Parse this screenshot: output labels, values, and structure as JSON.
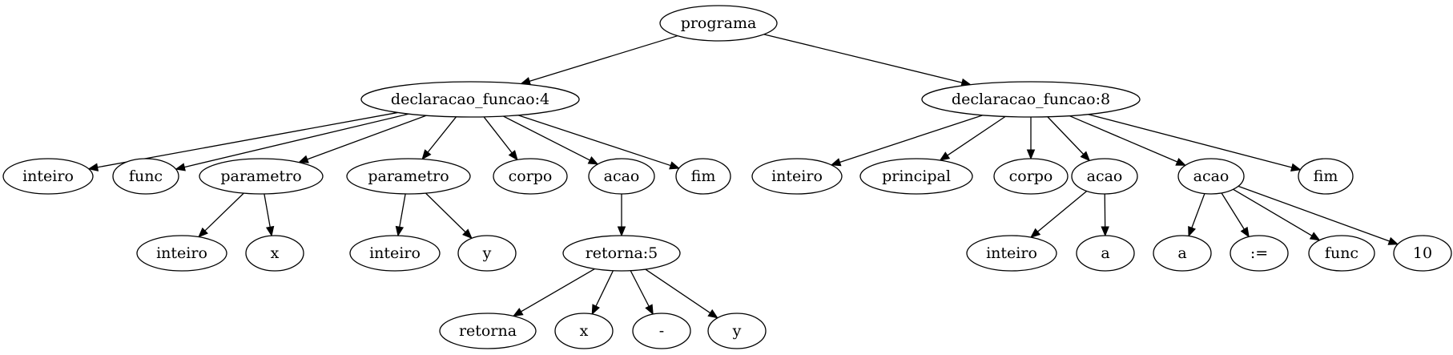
{
  "tree": {
    "nodes": [
      {
        "id": "n0",
        "label": "programa"
      },
      {
        "id": "n1",
        "label": "declaracao_funcao:4"
      },
      {
        "id": "n2",
        "label": "declaracao_funcao:8"
      },
      {
        "id": "n3",
        "label": "inteiro"
      },
      {
        "id": "n4",
        "label": "func"
      },
      {
        "id": "n5",
        "label": "parametro"
      },
      {
        "id": "n6",
        "label": "parametro"
      },
      {
        "id": "n7",
        "label": "corpo"
      },
      {
        "id": "n8",
        "label": "acao"
      },
      {
        "id": "n9",
        "label": "fim"
      },
      {
        "id": "n10",
        "label": "inteiro"
      },
      {
        "id": "n11",
        "label": "principal"
      },
      {
        "id": "n12",
        "label": "corpo"
      },
      {
        "id": "n13",
        "label": "acao"
      },
      {
        "id": "n14",
        "label": "acao"
      },
      {
        "id": "n15",
        "label": "fim"
      },
      {
        "id": "n16",
        "label": "inteiro"
      },
      {
        "id": "n17",
        "label": "x"
      },
      {
        "id": "n18",
        "label": "inteiro"
      },
      {
        "id": "n19",
        "label": "y"
      },
      {
        "id": "n20",
        "label": "retorna:5"
      },
      {
        "id": "n21",
        "label": "inteiro"
      },
      {
        "id": "n22",
        "label": "a"
      },
      {
        "id": "n23",
        "label": "a"
      },
      {
        "id": "n24",
        "label": ":="
      },
      {
        "id": "n25",
        "label": "func"
      },
      {
        "id": "n26",
        "label": "10"
      },
      {
        "id": "n27",
        "label": "retorna"
      },
      {
        "id": "n28",
        "label": "x"
      },
      {
        "id": "n29",
        "label": "-"
      },
      {
        "id": "n30",
        "label": "y"
      }
    ],
    "edges": [
      [
        "n0",
        "n1"
      ],
      [
        "n0",
        "n2"
      ],
      [
        "n1",
        "n3"
      ],
      [
        "n1",
        "n4"
      ],
      [
        "n1",
        "n5"
      ],
      [
        "n1",
        "n6"
      ],
      [
        "n1",
        "n7"
      ],
      [
        "n1",
        "n8"
      ],
      [
        "n1",
        "n9"
      ],
      [
        "n2",
        "n10"
      ],
      [
        "n2",
        "n11"
      ],
      [
        "n2",
        "n12"
      ],
      [
        "n2",
        "n13"
      ],
      [
        "n2",
        "n14"
      ],
      [
        "n2",
        "n15"
      ],
      [
        "n5",
        "n16"
      ],
      [
        "n5",
        "n17"
      ],
      [
        "n6",
        "n18"
      ],
      [
        "n6",
        "n19"
      ],
      [
        "n8",
        "n20"
      ],
      [
        "n13",
        "n21"
      ],
      [
        "n13",
        "n22"
      ],
      [
        "n14",
        "n23"
      ],
      [
        "n14",
        "n24"
      ],
      [
        "n14",
        "n25"
      ],
      [
        "n14",
        "n26"
      ],
      [
        "n20",
        "n27"
      ],
      [
        "n20",
        "n28"
      ],
      [
        "n20",
        "n29"
      ],
      [
        "n20",
        "n30"
      ]
    ]
  }
}
